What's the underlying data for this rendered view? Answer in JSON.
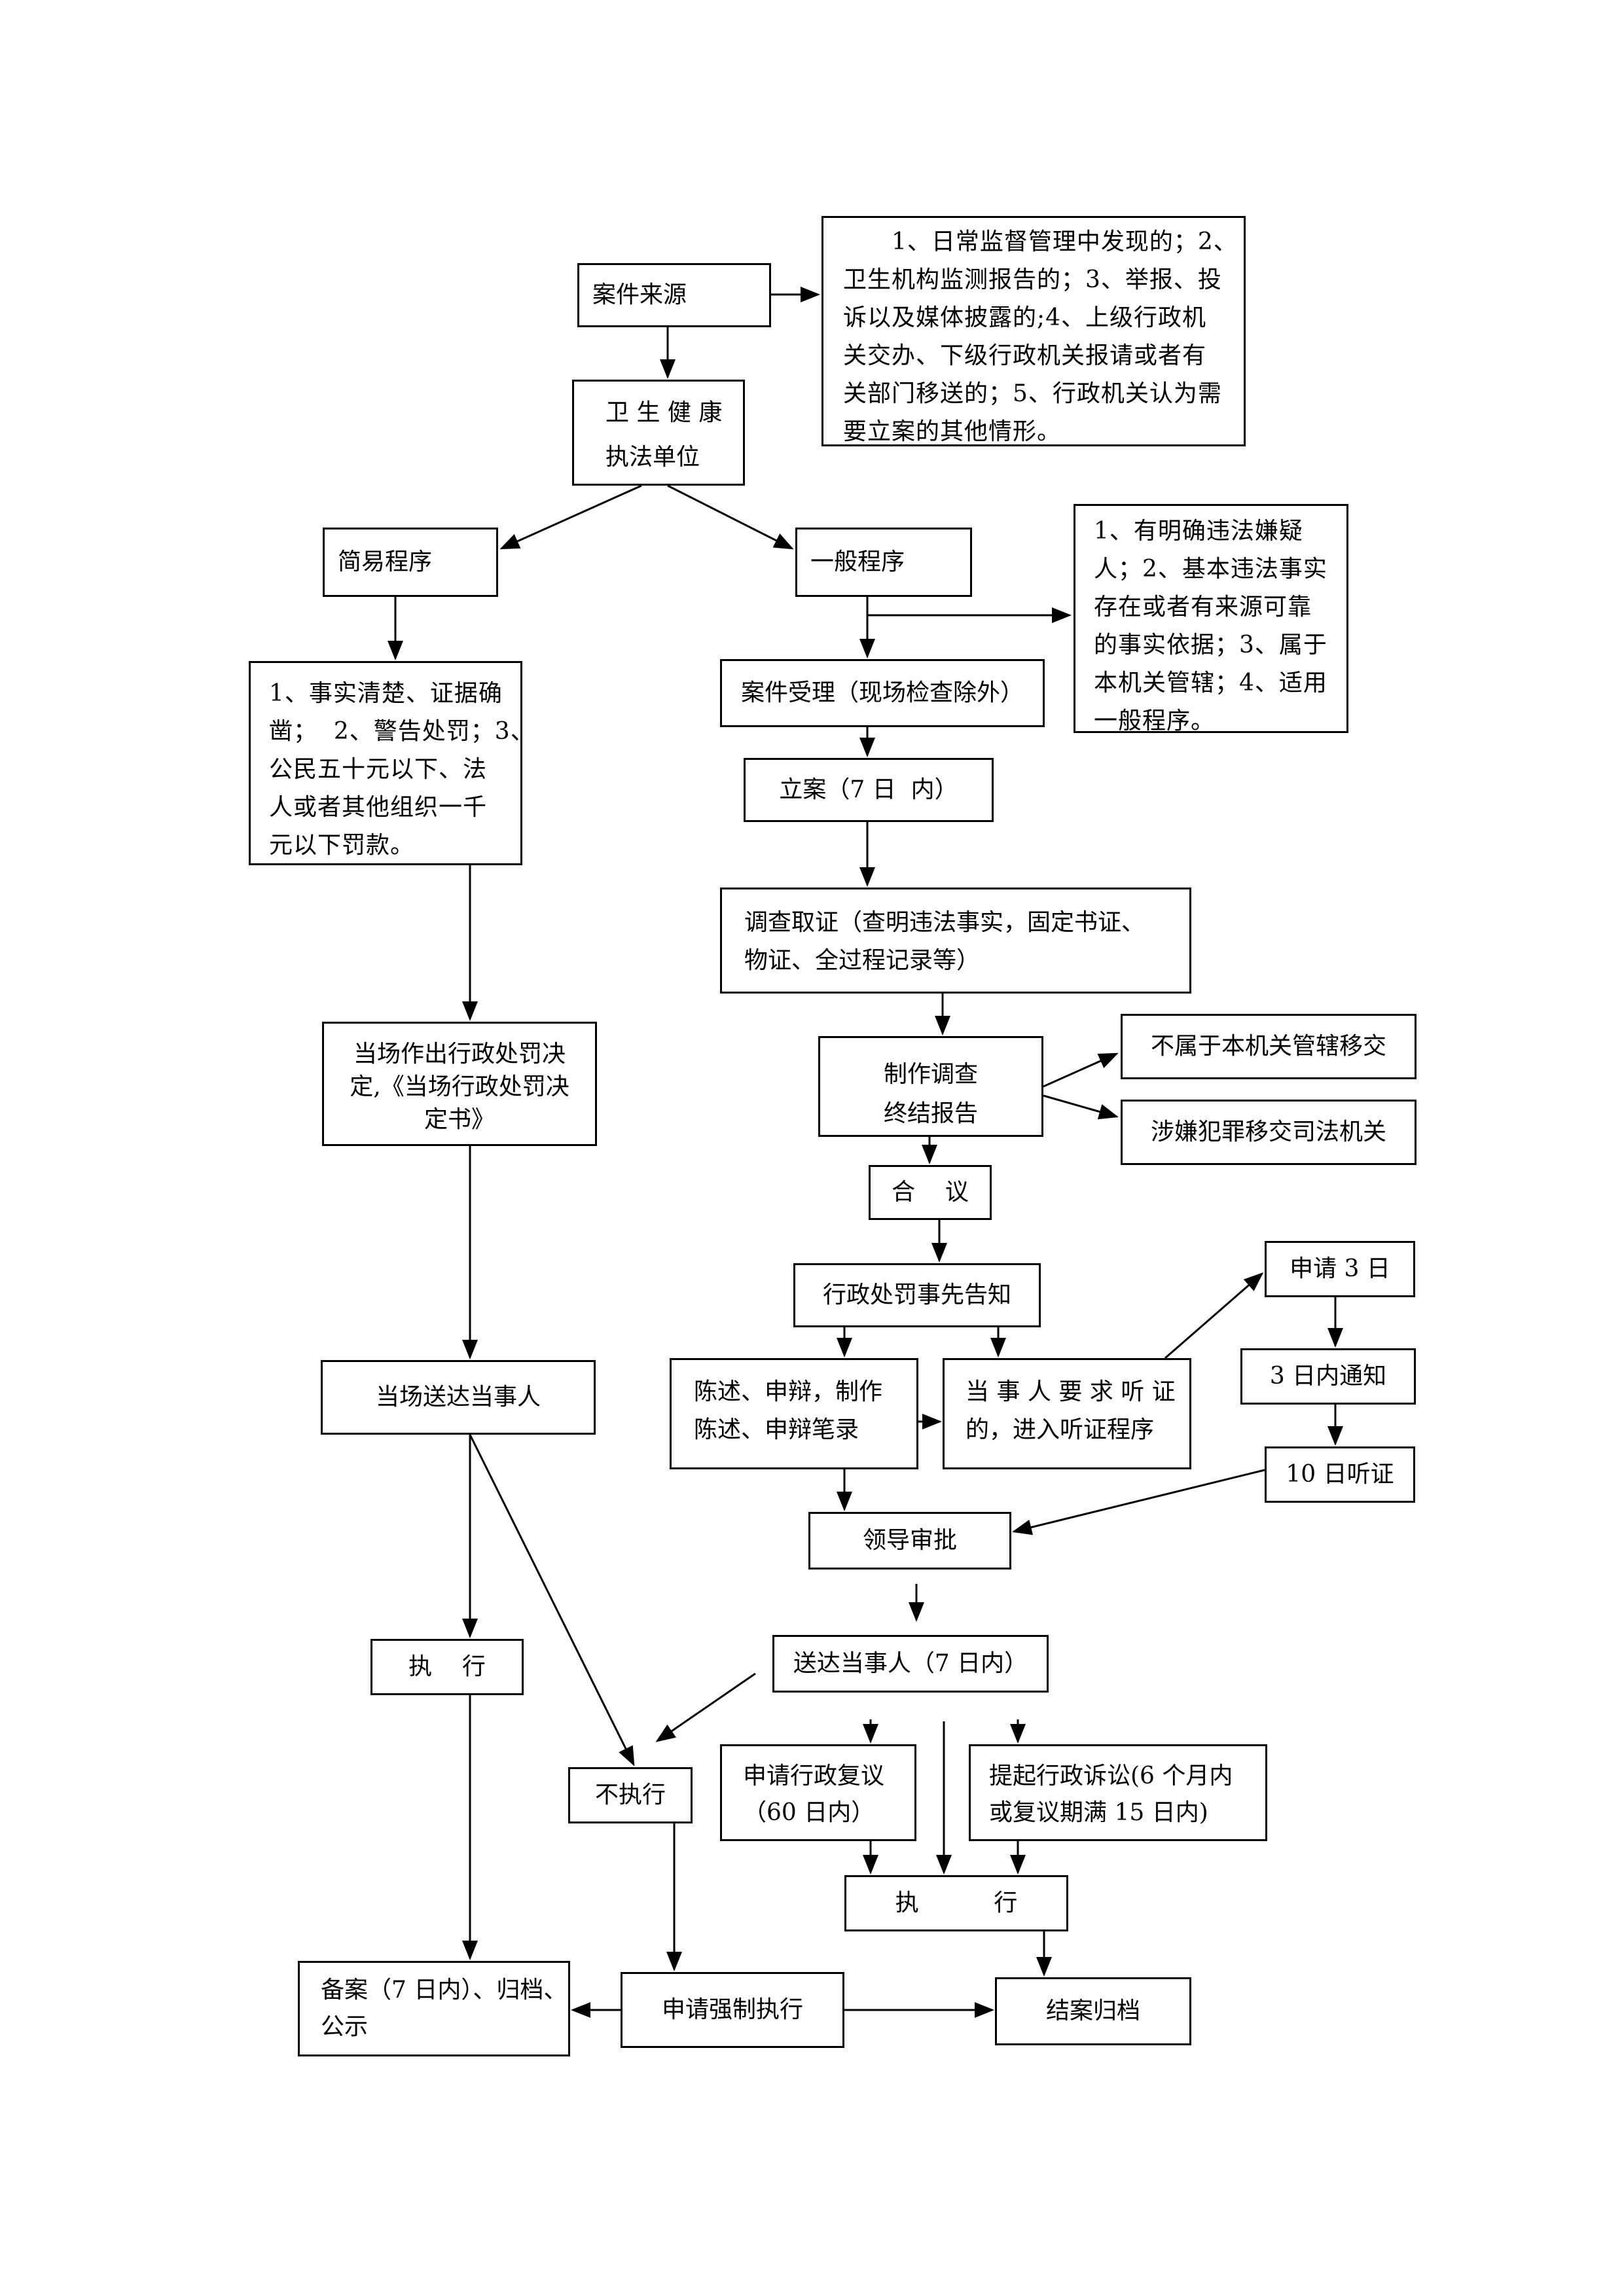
{
  "flow": {
    "case_source": "案件来源",
    "case_source_note": "　　1、日常监督管理中发现的；2、\n卫生机构监测报告的；3、举报、投\n诉以及媒体披露的;4、上级行政机\n关交办、下级行政机关报请或者有\n关部门移送的；5、行政机关认为需\n要立案的其他情形。",
    "unit": "卫 生 健 康\n执法单位",
    "simple_procedure": "简易程序",
    "general_procedure": "一般程序",
    "general_note": "1、有明确违法嫌疑\n人；2、基本违法事实\n存在或者有来源可靠\n的事实依据；3、属于\n本机关管辖；4、适用\n一般程序。",
    "simple_conditions": "1、事实清楚、证据确\n凿；  2、警告处罚；3、\n公民五十元以下、法\n人或者其他组织一千\n元以下罚款。",
    "acceptance": "案件受理（现场检查除外）",
    "filing": "立案（7 日  内）",
    "investigation": "调查取证（查明违法事实，固定书证、\n物证、全过程记录等）",
    "on_site_decision": "当场作出行政处罚决\n定,《当场行政处罚决\n定书》",
    "report": "制作调查\n终结报告",
    "transfer_jurisdiction": "不属于本机关管辖移交",
    "transfer_judicial": "涉嫌犯罪移交司法机关",
    "deliberation": "合    议",
    "prior_notice": "行政处罚事先告知",
    "on_site_delivery": "当场送达当事人",
    "statement": "陈述、申辩，制作\n陈述、申辩笔录",
    "hearing_request": "当 事 人 要 求 听 证\n的，进入听证程序",
    "apply_3days": "申请 3 日",
    "notify_3days": "3 日内通知",
    "hearing_10days": "10 日听证",
    "leader_approval": "领导审批",
    "deliver_party": "送达当事人（7 日内）",
    "execute_left": "执    行",
    "not_execute": "不执行",
    "admin_review": "申请行政复议\n（60 日内）",
    "admin_litigation": "提起行政诉讼(6 个月内\n或复议期满 15 日内)",
    "execute_right": "执          行",
    "record_archive": "备案（7 日内）、归档、\n公示",
    "enforce": "申请强制执行",
    "close_case": "结案归档"
  }
}
